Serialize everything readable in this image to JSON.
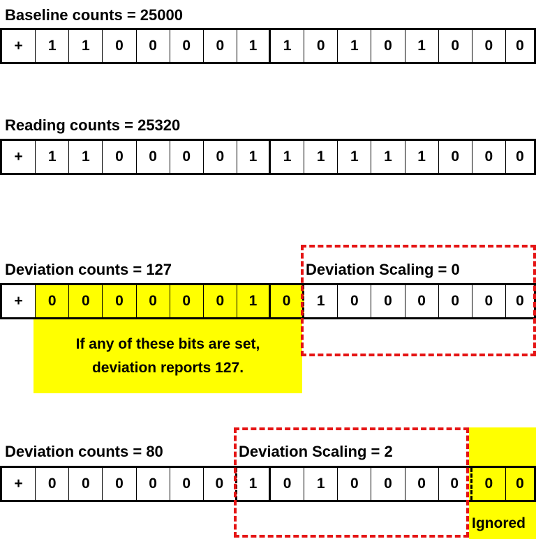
{
  "rows": [
    {
      "title": "Baseline counts = 25000",
      "bits": [
        "+",
        "1",
        "1",
        "0",
        "0",
        "0",
        "0",
        "1",
        "1",
        "0",
        "1",
        "0",
        "1",
        "0",
        "0",
        "0"
      ]
    },
    {
      "title": "Reading counts = 25320",
      "bits": [
        "+",
        "1",
        "1",
        "0",
        "0",
        "0",
        "0",
        "1",
        "1",
        "1",
        "1",
        "1",
        "1",
        "0",
        "0",
        "0"
      ]
    },
    {
      "title": "Deviation counts = 127",
      "scaling": "Deviation Scaling = 0",
      "bits": [
        "+",
        "0",
        "0",
        "0",
        "0",
        "0",
        "0",
        "1",
        "0",
        "1",
        "0",
        "0",
        "0",
        "0",
        "0",
        "0"
      ],
      "note_line1": "If any of these bits are set,",
      "note_line2": "deviation reports 127."
    },
    {
      "title": "Deviation counts = 80",
      "scaling": "Deviation Scaling = 2",
      "bits": [
        "+",
        "0",
        "0",
        "0",
        "0",
        "0",
        "0",
        "1",
        "0",
        "1",
        "0",
        "0",
        "0",
        "0",
        "0",
        "0"
      ],
      "ignored": "Ignored"
    }
  ],
  "colors": {
    "highlight": "#ffff00",
    "dash": "#e51414",
    "border": "#000000"
  }
}
